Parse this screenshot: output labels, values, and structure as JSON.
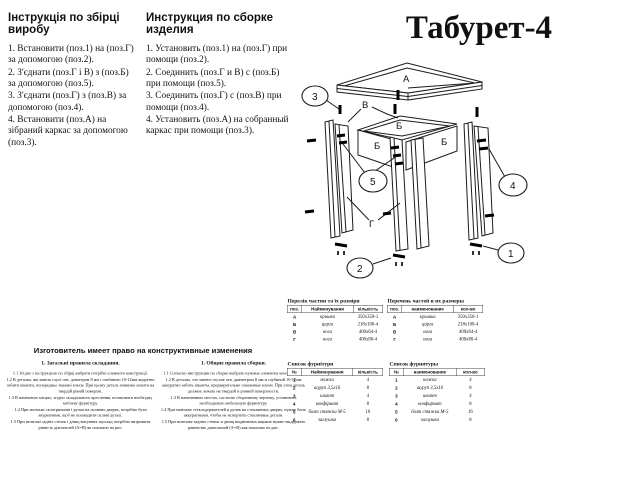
{
  "title": "Табурет-4",
  "instructions_ua": {
    "title": "Інструкція по збірці виробу",
    "items": [
      "1. Встановити (поз.1) на (поз.Г) за допомогою (поз.2).",
      "2. З'єднати (поз.Г і В) з (поз.Б) за допомогою (поз.5).",
      "3. З'єднати (поз.Г) з (поз.В) за допомогою (поз.4).",
      "4. Встановити (поз.А) на зібраний каркас за допомогою (поз.3)."
    ]
  },
  "instructions_ru": {
    "title": "Инструкция по сборке изделия",
    "items": [
      "1. Установить (поз.1) на (поз.Г) при помощи (поз.2).",
      "2. Соединить  (поз.Г и В) с (поз.Б) при помощи (поз.5).",
      "3. Соединить  (поз.Г) с (поз.В)  при помощи (поз.4).",
      "4. Установить (поз.А) на собранный каркас при помощи (поз.3)."
    ]
  },
  "diagram": {
    "labels": {
      "seat": "А",
      "apron": "Б",
      "rail": "В",
      "leg": "Г"
    },
    "callouts": [
      "1",
      "2",
      "3",
      "4",
      "5"
    ]
  },
  "parts_ua": {
    "caption": "Перелік частин та їх розміри",
    "headers": [
      "поз.",
      "Найменування",
      "кількість"
    ],
    "rows": [
      [
        "А",
        "кришка",
        "350х350-1"
      ],
      [
        "Б",
        "царга",
        "218х100-4"
      ],
      [
        "В",
        "нога",
        "400х64-4"
      ],
      [
        "Г",
        "нога",
        "400х80-4"
      ]
    ]
  },
  "parts_ru": {
    "caption": "Перечень частей и их размеры",
    "headers": [
      "поз.",
      "наименование",
      "кол-во"
    ],
    "rows": [
      [
        "А",
        "крышка",
        "350х350-1"
      ],
      [
        "Б",
        "царга",
        "218х100-4"
      ],
      [
        "В",
        "нога",
        "400х64-4"
      ],
      [
        "Г",
        "нога",
        "400х80-4"
      ]
    ]
  },
  "manufacturer_note": "Изготовитель имеет право на конструктивные изменения",
  "rules_ua": {
    "title": "1. Загальні правила складання.",
    "items": [
      "1.1 Згідно з інструкцією по збірці вибрати потрібні елементи конструкції.",
      "1.2 В деталях, які мають глухі отв. діаметром 8 мм і глибиною 10-12мм акуратно забити шканти, попередньо змазані клеєм. При цьому деталь повинна лежати на твердій рівній поверхні.",
      "1.3 В намічених місцях, згідно складального креслення, встановити необхідну меблеву фурнітуру.",
      "1.4 При монтажі склотримачів і ручок на скляних дверях, потрібно бути акуратними, щоб не пошкодити скляні деталі.",
      "1.5 При монтажі задніх стінок і днищ висувних шухляд потрібно витримати рівність діагоналей (А=В) як показано на рис."
    ]
  },
  "rules_ru": {
    "title": "1. Общие правила сборки.",
    "items": [
      "1.1 Согласно инструкции по сборке выбрать нужные элементы конструкции.",
      "1.2 В деталях, что имеют глухие отв. диаметром 8 мм и глубиной 10-12мм аккуратно забить шканты, предварительно смазанные клеем. При этом деталь должна лежать на твердой и ровной поверхности.",
      "1.3 В намеченных местах, согласно сборочному чертежу, установить необходимую мебельную фурнитуру.",
      "1.4 При монтаже стеклодержателей и ручек на стеклянных дверях, нужно быть аккуратными, чтобы не испортить стеклянные детали.",
      "1.5 При монтаже задних стенок и днищ выдвижных ящиков нужно выдержать равенство диагоналей (А=В) как показано на рис."
    ]
  },
  "fittings_ua": {
    "caption": "Список фурнітури",
    "headers": [
      "№",
      "Найменування",
      "кількість"
    ],
    "rows": [
      [
        "1",
        "ножка",
        "4"
      ],
      [
        "2",
        "шуруп 3,5х16",
        "8"
      ],
      [
        "3",
        "шкант",
        "4"
      ],
      [
        "4",
        "конфірмат",
        "8"
      ],
      [
        "5",
        "болт стяжки М-5",
        "16"
      ],
      [
        "6",
        "заглушка",
        "8"
      ]
    ]
  },
  "fittings_ru": {
    "caption": "Список фурнитуры",
    "headers": [
      "№",
      "наименование",
      "кол-во"
    ],
    "rows": [
      [
        "1",
        "ножка",
        "4"
      ],
      [
        "2",
        "шуруп 3,5х16",
        "8"
      ],
      [
        "3",
        "шкант",
        "4"
      ],
      [
        "4",
        "конфирмат",
        "8"
      ],
      [
        "5",
        "болт стяжки М-5",
        "16"
      ],
      [
        "6",
        "заглушка",
        "8"
      ]
    ]
  }
}
